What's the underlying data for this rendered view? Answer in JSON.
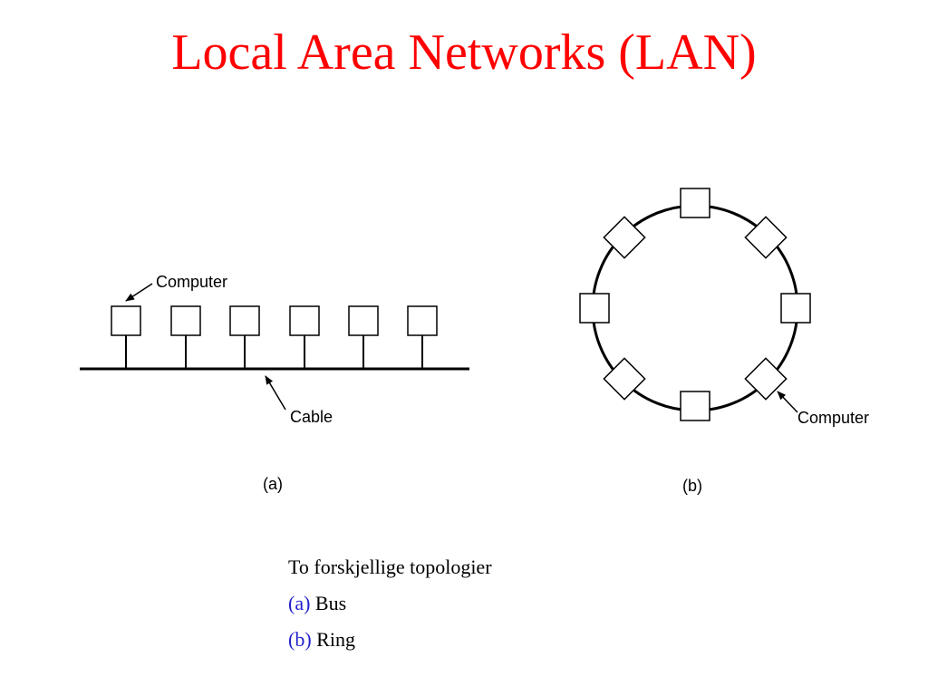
{
  "title": "Local Area Networks (LAN)",
  "title_color": "#ff0000",
  "caption_label_color": "#2222cc",
  "bus_diagram": {
    "computer_label": "Computer",
    "cable_label": "Cable",
    "sublabel": "(a)",
    "computer_count": 6
  },
  "ring_diagram": {
    "computer_label": "Computer",
    "sublabel": "(b)",
    "computer_count": 8
  },
  "caption": {
    "heading": "To forskjellige topologier",
    "items": [
      {
        "label": "(a)",
        "text": "Bus"
      },
      {
        "label": "(b)",
        "text": "Ring"
      }
    ]
  }
}
